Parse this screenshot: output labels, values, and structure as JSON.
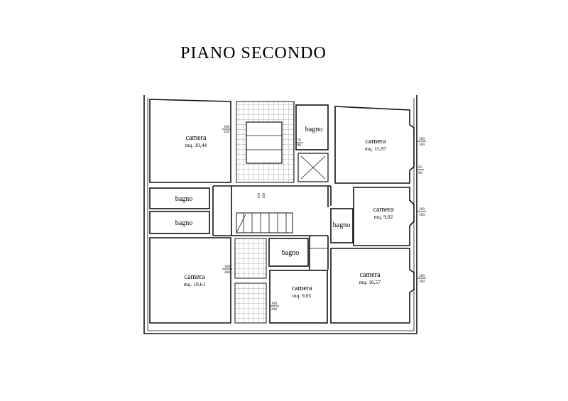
{
  "title": "PIANO SECONDO",
  "rooms": {
    "camera_nw": {
      "name": "camera",
      "area": "mq. 19,44"
    },
    "camera_ne": {
      "name": "camera",
      "area": "mq. 15,97"
    },
    "camera_e": {
      "name": "camera",
      "area": "mq.  9,02"
    },
    "camera_sw": {
      "name": "camera",
      "area": "mq. 19,61"
    },
    "camera_sc": {
      "name": "camera",
      "area": "mq.  9,05"
    },
    "camera_se": {
      "name": "camera",
      "area": "mq. 16,57"
    },
    "bagno_n": {
      "name": "bagno"
    },
    "bagno_w1": {
      "name": "bagno"
    },
    "bagno_w2": {
      "name": "bagno"
    },
    "bagno_e": {
      "name": "bagno"
    },
    "bagno_c": {
      "name": "bagno"
    }
  },
  "dimensions": {
    "d1": {
      "top": "100",
      "bottom": "150"
    },
    "d2": {
      "top": "70",
      "bottom": "90"
    },
    "d3": {
      "top": "100",
      "bottom": "100"
    },
    "d4": {
      "top": "65",
      "bottom": "60"
    },
    "d5": {
      "top": "110",
      "bottom": "150"
    },
    "d6": {
      "top": "100",
      "bottom": "100"
    },
    "d7": {
      "top": "100",
      "bottom": "260"
    },
    "d8": {
      "top": "100",
      "bottom": "260"
    },
    "d9": {
      "top": "100",
      "bottom": "100"
    }
  }
}
